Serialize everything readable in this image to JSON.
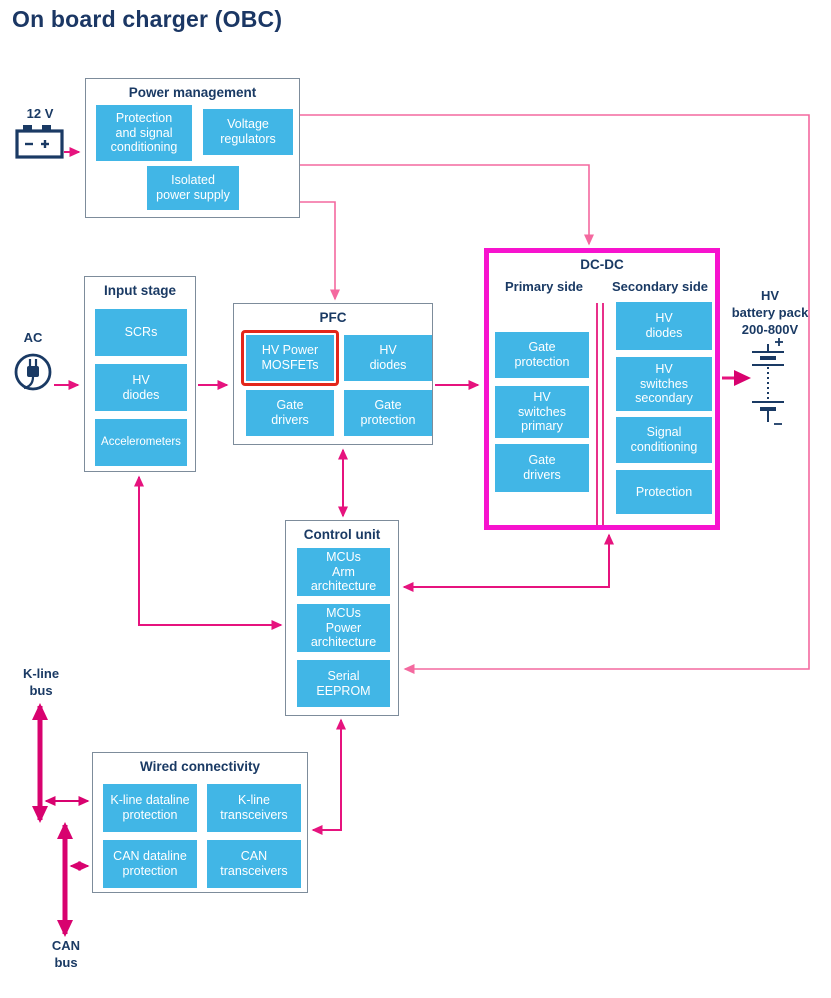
{
  "title": "On board charger (OBC)",
  "colors": {
    "title_navy": "#1b3764",
    "block_cyan": "#41b6e6",
    "box_border_gray": "#7d8c9b",
    "arrow_pink": "#e6137e",
    "routing_pink": "#f4699f",
    "bus_magenta": "#d8026f",
    "dcdc_border_magenta": "#f713ce",
    "highlight_red": "#e3261a"
  },
  "external_labels": {
    "battery_12v": "12 V",
    "ac": "AC",
    "hv_battery": "HV\nbattery pack\n200-800V",
    "kline_bus": "K-line\nbus",
    "can_bus": "CAN\nbus"
  },
  "groups": {
    "power_management": {
      "title": "Power management",
      "blocks": {
        "protection_signal": "Protection\nand signal\nconditioning",
        "voltage_regulators": "Voltage\nregulators",
        "isolated_power_supply": "Isolated\npower supply"
      }
    },
    "input_stage": {
      "title": "Input stage",
      "blocks": {
        "scrs": "SCRs",
        "hv_diodes": "HV\ndiodes",
        "accelerometers": "Accelerometers"
      }
    },
    "pfc": {
      "title": "PFC",
      "blocks": {
        "hv_power_mosfets": "HV Power\nMOSFETs",
        "hv_diodes": "HV\ndiodes",
        "gate_drivers": "Gate\ndrivers",
        "gate_protection": "Gate\nprotection"
      }
    },
    "dcdc": {
      "title": "DC-DC",
      "primary_label": "Primary side",
      "secondary_label": "Secondary side",
      "primary_blocks": {
        "gate_protection": "Gate\nprotection",
        "hv_switches_primary": "HV\nswitches\nprimary",
        "gate_drivers": "Gate\ndrivers"
      },
      "secondary_blocks": {
        "hv_diodes": "HV\ndiodes",
        "hv_switches_secondary": "HV\nswitches\nsecondary",
        "signal_conditioning": "Signal\nconditioning",
        "protection": "Protection"
      }
    },
    "control_unit": {
      "title": "Control unit",
      "blocks": {
        "mcus_arm": "MCUs\nArm\narchitecture",
        "mcus_power": "MCUs\nPower\narchitecture",
        "serial_eeprom": "Serial\nEEPROM"
      }
    },
    "wired_connectivity": {
      "title": "Wired connectivity",
      "blocks": {
        "kline_dataline_protection": "K-line dataline\nprotection",
        "kline_transceivers": "K-line\ntransceivers",
        "can_dataline_protection": "CAN dataline\nprotection",
        "can_transceivers": "CAN\ntransceivers"
      }
    }
  }
}
